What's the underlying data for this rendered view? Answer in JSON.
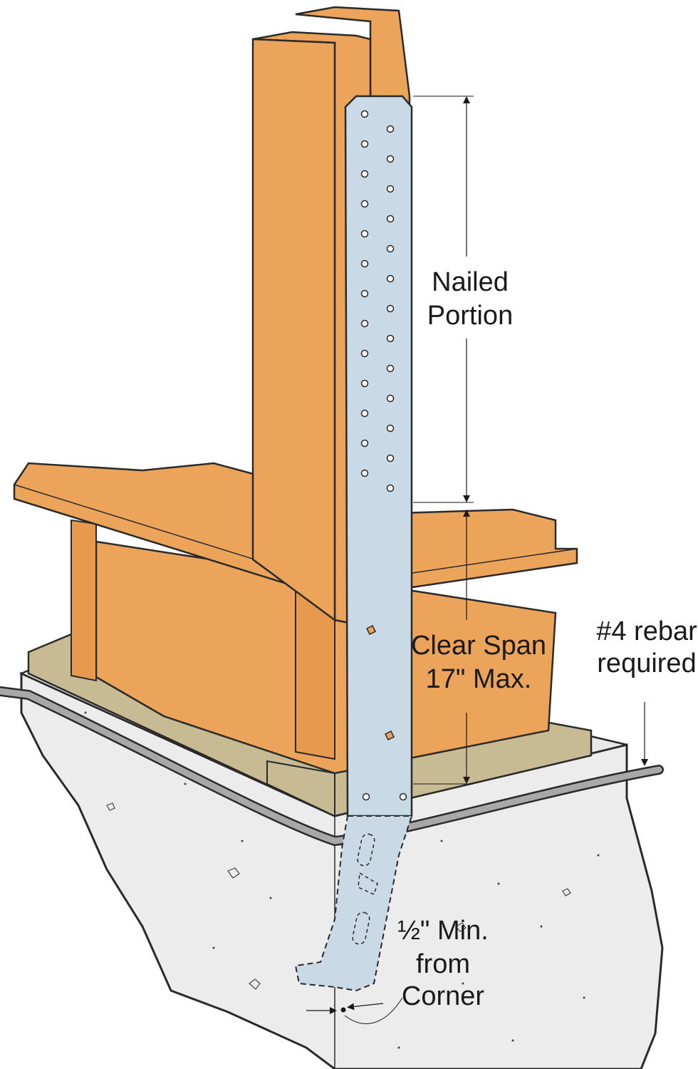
{
  "labels": {
    "nailed_1": "Nailed",
    "nailed_2": "Portion",
    "clear_1": "Clear Span",
    "clear_2": "17\" Max.",
    "rebar_1": "#4 rebar",
    "rebar_2": "required",
    "min_1": "½\" Min.",
    "min_2": "from",
    "min_3": "Corner"
  },
  "colors": {
    "wood": "#eca35a",
    "wood_side": "#e79a4e",
    "sill": "#c8bb93",
    "concrete": "#ededed",
    "strap": "#c9d9e6",
    "rebar": "#a8a8a8",
    "outline": "#2a2a2a"
  }
}
